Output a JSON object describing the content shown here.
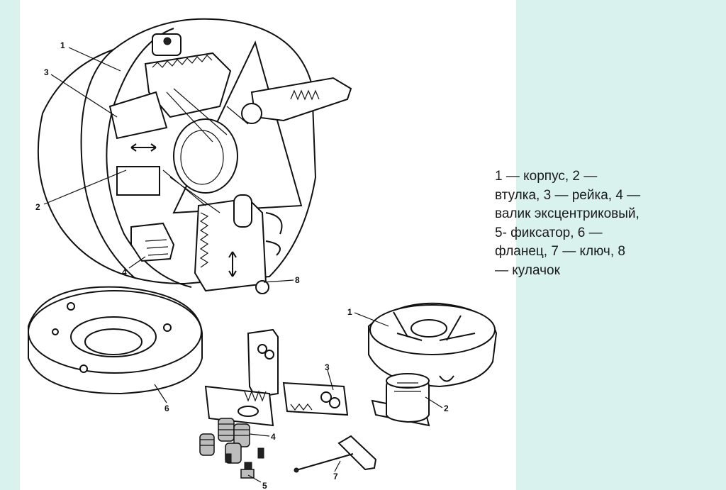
{
  "legend": {
    "text": "1 — корпус, 2 —\nвтулка, 3 — рейка, 4 —\nвалик эксцентриковый,\n5- фиксатор, 6 —\nфланец, 7 — ключ, 8\n— кулачок"
  },
  "callouts": {
    "c1_top": "1",
    "c3_top": "3",
    "c2_left": "2",
    "c4_bottom": "4",
    "c8": "8",
    "c1_right": "1",
    "c6": "6",
    "c3_mid": "3",
    "c2_right": "2",
    "c4_small": "4",
    "c7": "7",
    "c5": "5"
  },
  "colors": {
    "background": "#d9f2ee",
    "panel": "#ffffff",
    "ink": "#111111"
  }
}
